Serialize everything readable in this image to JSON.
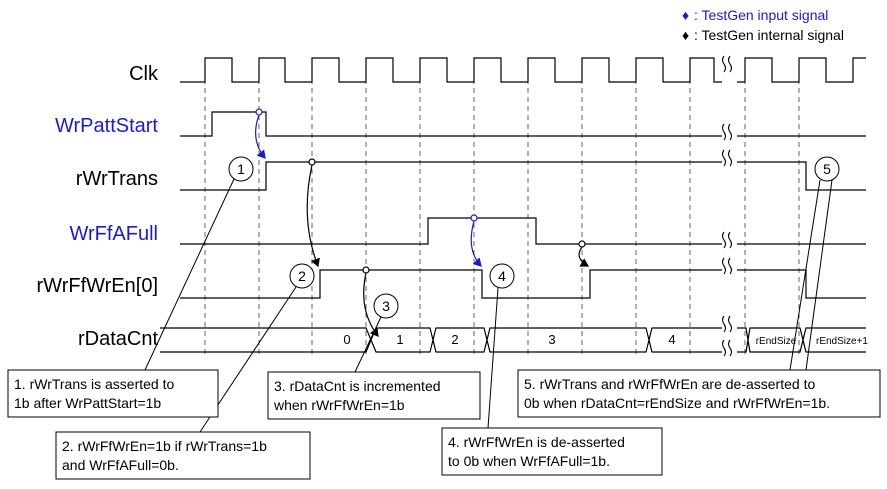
{
  "colors": {
    "input_signal": "#1a1ad6",
    "internal_signal": "#000000",
    "line": "#000000",
    "grid": "#555555"
  },
  "legend": [
    {
      "marker": "♦",
      "label": ": TestGen input signal",
      "color": "#1a1ad6"
    },
    {
      "marker": "♦",
      "label": ": TestGen internal signal",
      "color": "#000000"
    }
  ],
  "signals": [
    {
      "name": "Clk",
      "type": "internal"
    },
    {
      "name": "WrPattStart",
      "type": "input"
    },
    {
      "name": "rWrTrans",
      "type": "internal"
    },
    {
      "name": "WrFfAFull",
      "type": "input"
    },
    {
      "name": "rWrFfWrEn[0]",
      "type": "internal"
    },
    {
      "name": "rDataCnt",
      "type": "internal"
    }
  ],
  "data_count_values": [
    "0",
    "1",
    "2",
    "3",
    "4",
    "rEndSize",
    "rEndSize+1"
  ],
  "markers": [
    "1",
    "2",
    "3",
    "4",
    "5"
  ],
  "notes": [
    {
      "id": "1",
      "lines": [
        "1. rWrTrans is asserted to",
        "1b after WrPattStart=1b"
      ]
    },
    {
      "id": "2",
      "lines": [
        "2. rWrFfWrEn=1b if rWrTrans=1b",
        "and WrFfAFull=0b."
      ]
    },
    {
      "id": "3",
      "lines": [
        "3. rDataCnt is incremented",
        "when rWrFfWrEn=1b"
      ]
    },
    {
      "id": "4",
      "lines": [
        "4. rWrFfWrEn is de-asserted",
        "to 0b when WrFfAFull=1b."
      ]
    },
    {
      "id": "5",
      "lines": [
        "5. rWrTrans and rWrFfWrEn are de-asserted to",
        "0b when rDataCnt=rEndSize and rWrFfWrEn=1b."
      ]
    }
  ]
}
